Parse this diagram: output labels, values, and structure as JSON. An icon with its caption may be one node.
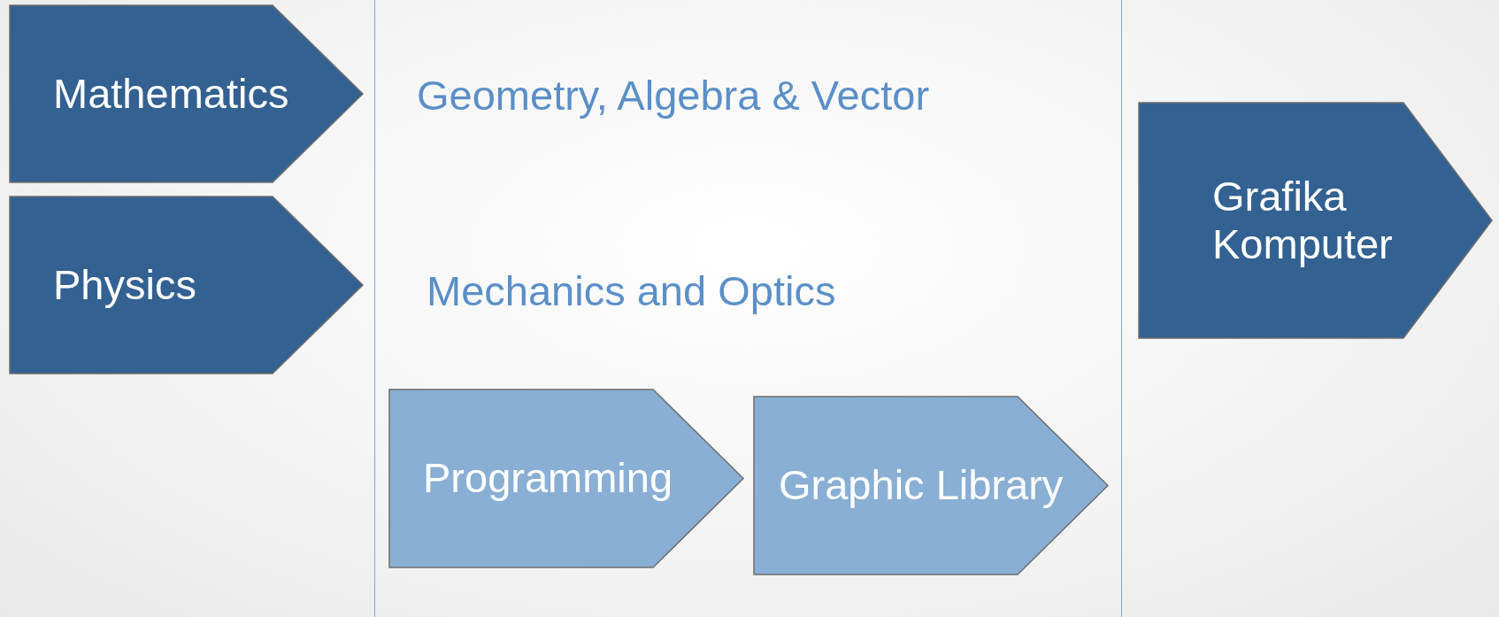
{
  "diagram": {
    "nodes": [
      {
        "text": [
          "Mathematics"
        ]
      },
      {
        "text": [
          "Physics"
        ]
      },
      {
        "text": [
          "Geometry, Algebra & Vector",
          "Mechanics and Optics"
        ]
      },
      {
        "text": [
          "Programming"
        ],
        "in": 2
      },
      {
        "text": [
          "Graphic Library"
        ],
        "in": 2
      },
      {
        "text": [
          "Grafika Komputer"
        ]
      }
    ]
  }
}
